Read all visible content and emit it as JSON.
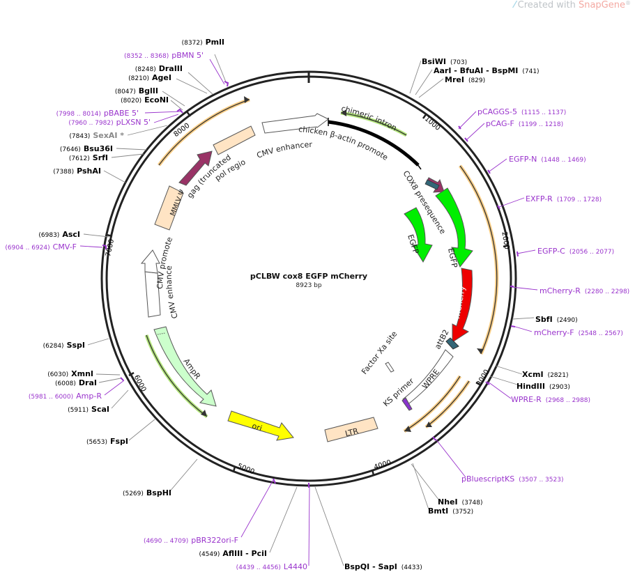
{
  "watermark": {
    "prefix": "Created with ",
    "brand": "SnapGene",
    "mark": "®"
  },
  "plasmid": {
    "name": "pCLBW cox8 EGFP mCherry",
    "length": "8923 bp"
  },
  "ticks": [
    {
      "label": "1000",
      "angle": 40.4
    },
    {
      "label": "2000",
      "angle": 80.7
    },
    {
      "label": "3000",
      "angle": 121.0
    },
    {
      "label": "4000",
      "angle": 161.4
    },
    {
      "label": "5000",
      "angle": 201.7
    },
    {
      "label": "6000",
      "angle": 242.0
    },
    {
      "label": "7000",
      "angle": 282.4
    },
    {
      "label": "8000",
      "angle": 322.7
    }
  ],
  "sites": [
    {
      "pos": "(8372)",
      "name": "PmlI",
      "kind": "enzyme"
    },
    {
      "pos": "(8352 .. 8368)",
      "name": "pBMN 5'",
      "kind": "primer"
    },
    {
      "pos": "(8248)",
      "name": "DraIII",
      "kind": "enzyme"
    },
    {
      "pos": "(8210)",
      "name": "AgeI",
      "kind": "enzyme"
    },
    {
      "pos": "(8047)",
      "name": "BglII",
      "kind": "enzyme"
    },
    {
      "pos": "(8020)",
      "name": "EcoNI",
      "kind": "enzyme"
    },
    {
      "pos": "(7998 .. 8014)",
      "name": "pBABE 5'",
      "kind": "primer"
    },
    {
      "pos": "(7960 .. 7982)",
      "name": "pLXSN 5'",
      "kind": "primer"
    },
    {
      "pos": "(7843)",
      "name": "SexAI *",
      "kind": "gray"
    },
    {
      "pos": "(7646)",
      "name": "Bsu36I",
      "kind": "enzyme"
    },
    {
      "pos": "(7612)",
      "name": "SrfI",
      "kind": "enzyme"
    },
    {
      "pos": "(7388)",
      "name": "PshAI",
      "kind": "enzyme"
    },
    {
      "pos": "(6983)",
      "name": "AscI",
      "kind": "enzyme"
    },
    {
      "pos": "(6904 .. 6924)",
      "name": "CMV-F",
      "kind": "primer"
    },
    {
      "pos": "(6284)",
      "name": "SspI",
      "kind": "enzyme"
    },
    {
      "pos": "(6030)",
      "name": "XmnI",
      "kind": "enzyme"
    },
    {
      "pos": "(6008)",
      "name": "DraI",
      "kind": "enzyme"
    },
    {
      "pos": "(5981 .. 6000)",
      "name": "Amp-R",
      "kind": "primer"
    },
    {
      "pos": "(5911)",
      "name": "ScaI",
      "kind": "enzyme"
    },
    {
      "pos": "(5653)",
      "name": "FspI",
      "kind": "enzyme"
    },
    {
      "pos": "(5269)",
      "name": "BspHI",
      "kind": "enzyme"
    },
    {
      "pos": "(4690 .. 4709)",
      "name": "pBR322ori-F",
      "kind": "primer"
    },
    {
      "pos": "(4549)",
      "name": "AflIII - PciI",
      "kind": "enzyme"
    },
    {
      "pos": "(4439 .. 4456)",
      "name": "L4440",
      "kind": "primer"
    },
    {
      "pos": "(4433)",
      "name": "BspQI - SapI",
      "kind": "enzyme"
    },
    {
      "pos": "(3752)",
      "name": "BmtI",
      "kind": "enzyme"
    },
    {
      "pos": "(3748)",
      "name": "NheI",
      "kind": "enzyme"
    },
    {
      "pos": "(3507 .. 3523)",
      "name": "pBluescriptKS",
      "kind": "primer"
    },
    {
      "pos": "(2968 .. 2988)",
      "name": "WPRE-R",
      "kind": "primer"
    },
    {
      "pos": "(2903)",
      "name": "HindIII",
      "kind": "enzyme"
    },
    {
      "pos": "(2821)",
      "name": "XcmI",
      "kind": "enzyme"
    },
    {
      "pos": "(2548 .. 2567)",
      "name": "mCherry-F",
      "kind": "primer"
    },
    {
      "pos": "(2490)",
      "name": "SbfI",
      "kind": "enzyme"
    },
    {
      "pos": "(2280 .. 2298)",
      "name": "mCherry-R",
      "kind": "primer"
    },
    {
      "pos": "(2056 .. 2077)",
      "name": "EGFP-C",
      "kind": "primer"
    },
    {
      "pos": "(1709 .. 1728)",
      "name": "EXFP-R",
      "kind": "primer"
    },
    {
      "pos": "(1448 .. 1469)",
      "name": "EGFP-N",
      "kind": "primer"
    },
    {
      "pos": "(1199 .. 1218)",
      "name": "pCAG-F",
      "kind": "primer"
    },
    {
      "pos": "(1115 .. 1137)",
      "name": "pCAGGS-5",
      "kind": "primer"
    },
    {
      "pos": "(829)",
      "name": "MreI",
      "kind": "enzyme"
    },
    {
      "pos": "(741)",
      "name": "AarI - BfuAI - BspMI",
      "kind": "enzyme"
    },
    {
      "pos": "(703)",
      "name": "BsiWI",
      "kind": "enzyme"
    }
  ],
  "features": [
    {
      "name": "chimeric intron",
      "color": "#ffffff"
    },
    {
      "name": "chicken β-actin promoter",
      "color": "#000000"
    },
    {
      "name": "CMV enhancer",
      "color": "#ffffff"
    },
    {
      "name": "pol region",
      "color": "#ffe4c4"
    },
    {
      "name": "gag (truncated)",
      "color": "#993366"
    },
    {
      "name": "MMLV Ψ",
      "color": "#ffe4c4"
    },
    {
      "name": "COX8 presequence",
      "color": "#993366"
    },
    {
      "name": "EGFP",
      "color": "#00ee00"
    },
    {
      "name": "EGFP",
      "color": "#00ee00"
    },
    {
      "name": "mCherry",
      "color": "#ee0000"
    },
    {
      "name": "attB2",
      "color": "#336677"
    },
    {
      "name": "Factor Xa site",
      "color": "#ffffff"
    },
    {
      "name": "WPRE",
      "color": "#ffffff"
    },
    {
      "name": "KS primer",
      "color": "#8833cc"
    },
    {
      "name": "LTR",
      "color": "#ffe4c4"
    },
    {
      "name": "ori",
      "color": "#ffff00"
    },
    {
      "name": "AmpR",
      "color": "#ccffcc"
    },
    {
      "name": "CMV enhancer",
      "color": "#ffffff"
    },
    {
      "name": "CMV promoter",
      "color": "#ffffff"
    }
  ],
  "colors": {
    "enzyme": "#000000",
    "primer": "#9933cc",
    "gray": "#888888",
    "orf": "#f5a623",
    "orf_green": "#7ed321"
  }
}
